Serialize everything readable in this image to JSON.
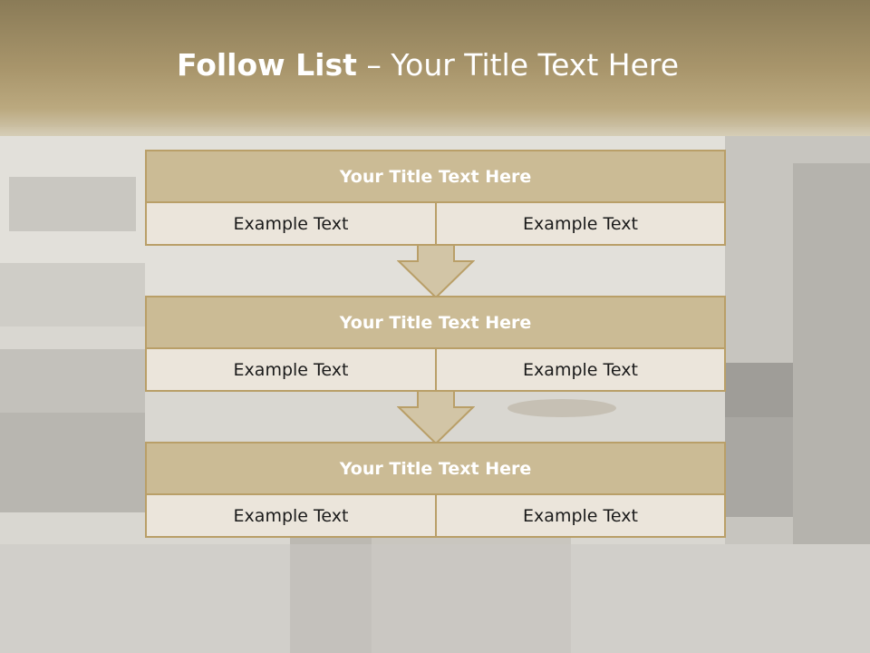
{
  "slide": {
    "title_bold": "Follow List",
    "title_rest": " – Your Title Text Here"
  },
  "steps": [
    {
      "title": "Your Title Text Here",
      "left": "Example Text",
      "right": "Example Text"
    },
    {
      "title": "Your Title Text Here",
      "left": "Example Text",
      "right": "Example Text"
    },
    {
      "title": "Your Title Text Here",
      "left": "Example Text",
      "right": "Example Text"
    }
  ],
  "colors": {
    "header_fill": "#cbbb95",
    "border": "#b99f68",
    "cell_fill": "#ebe5db",
    "title_bar": "#a8956b"
  }
}
